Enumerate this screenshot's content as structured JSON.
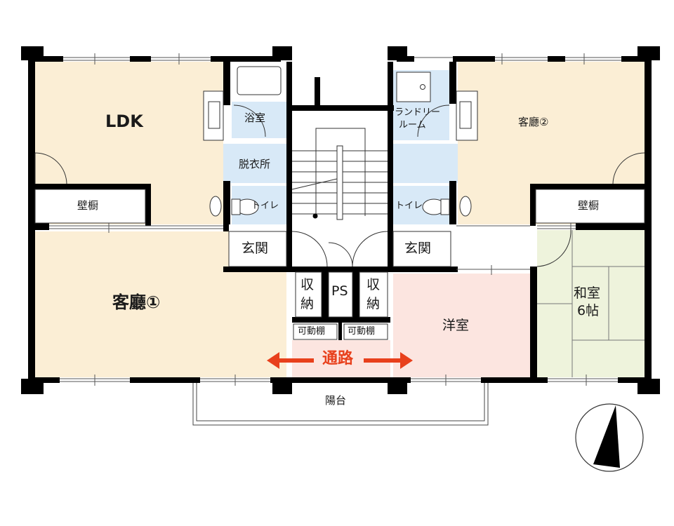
{
  "plan": {
    "rooms": {
      "ldk": "LDK",
      "bath": "浴室",
      "dressing": "脱衣所",
      "toilet_left": "トイレ",
      "closet_left": "壁橱",
      "living1": "客廳①",
      "entrance_left": "玄関",
      "storage_left_1": "収",
      "storage_left_2": "納",
      "ps": "PS",
      "storage_right_1": "収",
      "storage_right_2": "納",
      "shelf_left": "可動棚",
      "shelf_right": "可動棚",
      "corridor": "通路",
      "balcony": "陽台",
      "laundry_1": "ランドリー",
      "laundry_2": "ルーム",
      "living2": "客廳②",
      "toilet_right": "トイレ",
      "closet_right": "壁橱",
      "entrance_right": "玄関",
      "western_room": "洋室",
      "japanese_room_1": "和室",
      "japanese_room_2": "6帖"
    },
    "colors": {
      "living": "#fbeed5",
      "wet": "#d8e9f7",
      "western": "#fce5e0",
      "japanese": "#eef3dc",
      "wall": "#000000",
      "route_arrow": "#e8401c"
    },
    "compass": "north-arrow"
  }
}
